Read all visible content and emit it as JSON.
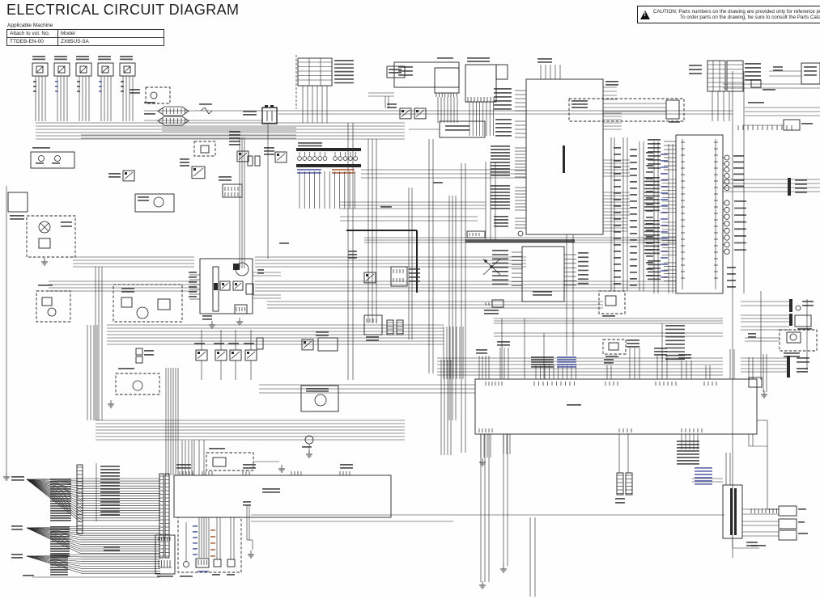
{
  "page": {
    "title": "ELECTRICAL CIRCUIT DIAGRAM"
  },
  "machine_table": {
    "caption": "Applicable Machine",
    "columns": [
      "Attach to vol. No.",
      "Model"
    ],
    "rows": [
      [
        "TTDEB-EN-00",
        "ZX85US-5A"
      ]
    ]
  },
  "caution": {
    "label": "CAUTION:",
    "line1": "Parts numbers on the drawing are provided only for reference purposes.",
    "line2": "To order parts on the drawing, be sure to consult the Parts Catalog."
  },
  "colors": {
    "ink": "#222222",
    "label_blue": "#44509e",
    "label_red": "#a85430",
    "paper": "#fefefe"
  }
}
